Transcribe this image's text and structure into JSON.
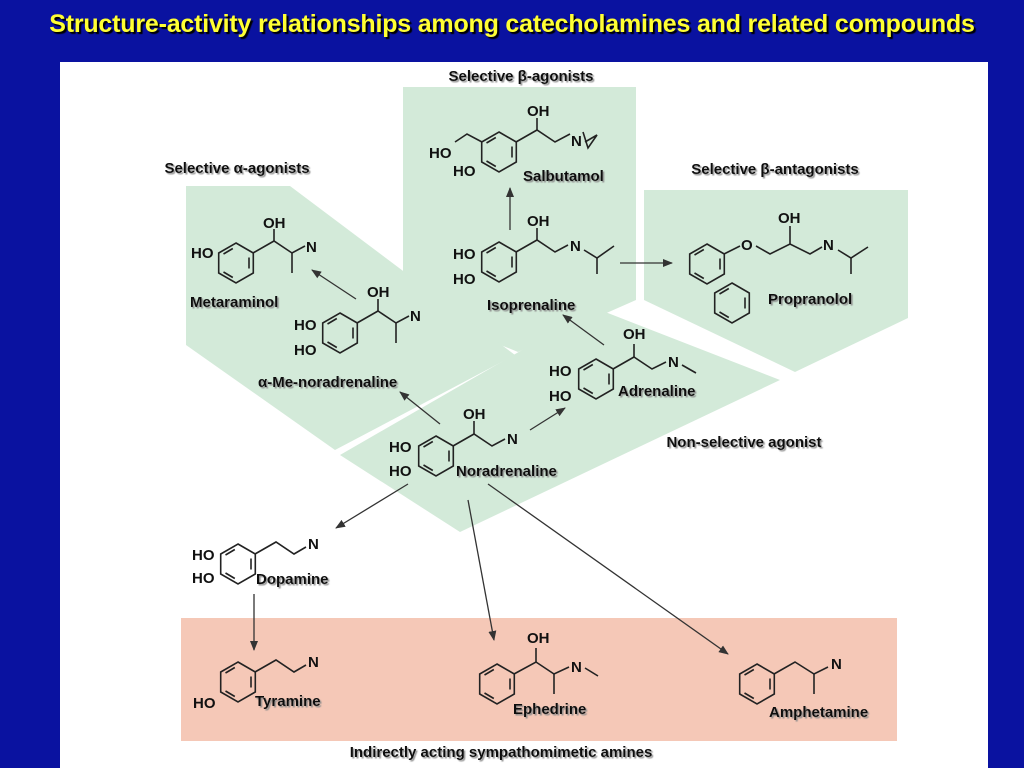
{
  "title": "Structure-activity relationships among catecholamines and related compounds",
  "regions": {
    "sel_beta_agonists": "Selective β-agonists",
    "sel_alpha_agonists": "Selective α-agonists",
    "sel_beta_antagonists": "Selective β-antagonists",
    "nonselective": "Non-selective agonist",
    "indirect": "Indirectly acting sympathomimetic amines"
  },
  "compounds": {
    "salbutamol": "Salbutamol",
    "isoprenaline": "Isoprenaline",
    "propranolol": "Propranolol",
    "metaraminol": "Metaraminol",
    "me_noradrenaline": "α-Me-noradrenaline",
    "adrenaline": "Adrenaline",
    "noradrenaline": "Noradrenaline",
    "dopamine": "Dopamine",
    "tyramine": "Tyramine",
    "ephedrine": "Ephedrine",
    "amphetamine": "Amphetamine"
  },
  "atoms": {
    "oh": "OH",
    "ho": "HO",
    "n": "N",
    "o": "O"
  },
  "colors": {
    "background": "#0a12a0",
    "title": "#ffff33",
    "green_region": "#d3ead9",
    "pink_region": "#f5c8b7"
  }
}
